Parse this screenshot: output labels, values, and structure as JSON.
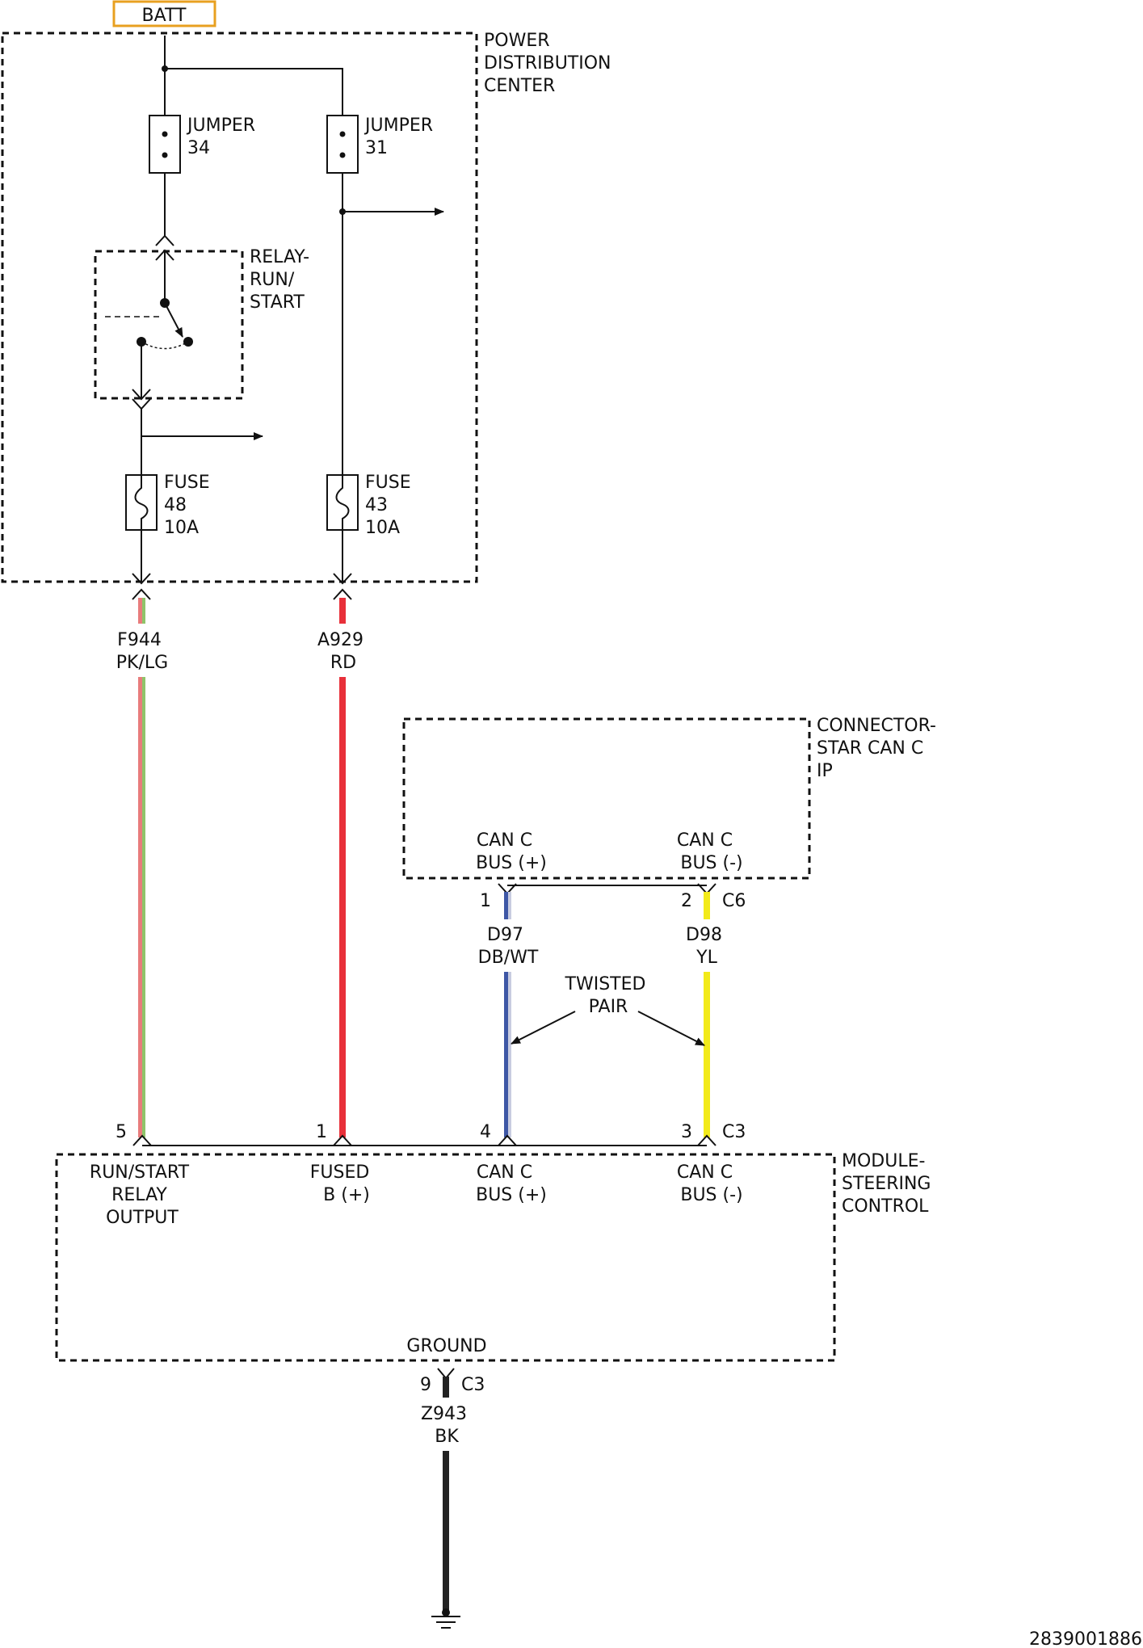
{
  "batt": {
    "label": "BATT",
    "color": "#e8a020"
  },
  "pdc": {
    "title": [
      "POWER",
      "DISTRIBUTION",
      "CENTER"
    ],
    "jumpers": [
      {
        "label": [
          "JUMPER",
          "34"
        ]
      },
      {
        "label": [
          "JUMPER",
          "31"
        ]
      }
    ],
    "relay": {
      "label": [
        "RELAY-",
        "RUN/",
        "START"
      ]
    },
    "fuses": [
      {
        "label": [
          "FUSE",
          "48",
          "10A"
        ]
      },
      {
        "label": [
          "FUSE",
          "43",
          "10A"
        ]
      }
    ]
  },
  "wires": [
    {
      "circuit": "F944",
      "color_code": "PK/LG",
      "colors": [
        "#e87c7c",
        "#8fc46a"
      ]
    },
    {
      "circuit": "A929",
      "color_code": "RD",
      "colors": [
        "#e8303a"
      ]
    },
    {
      "circuit": "D97",
      "color_code": "DB/WT",
      "colors": [
        "#3e57a6",
        "#c8cce0"
      ]
    },
    {
      "circuit": "D98",
      "color_code": "YL",
      "colors": [
        "#f2ea1a"
      ]
    },
    {
      "circuit": "Z943",
      "color_code": "BK",
      "colors": [
        "#222222"
      ]
    }
  ],
  "connector_star": {
    "title": [
      "CONNECTOR-",
      "STAR CAN C",
      "IP"
    ],
    "pins": [
      {
        "name": [
          "CAN C",
          "BUS (+)"
        ],
        "pin": "1"
      },
      {
        "name": [
          "CAN C",
          "BUS (-)"
        ],
        "pin": "2"
      }
    ],
    "connector": "C6"
  },
  "twisted_pair": [
    "TWISTED",
    "PAIR"
  ],
  "module": {
    "title": [
      "MODULE-",
      "STEERING",
      "CONTROL"
    ],
    "pins": [
      {
        "pin": "5",
        "name": [
          "RUN/START",
          "RELAY",
          "OUTPUT"
        ]
      },
      {
        "pin": "1",
        "name": [
          "FUSED",
          "B (+)"
        ]
      },
      {
        "pin": "4",
        "name": [
          "CAN C",
          "BUS (+)"
        ]
      },
      {
        "pin": "3",
        "name": [
          "CAN C",
          "BUS (-)"
        ]
      }
    ],
    "connector": "C3",
    "ground": {
      "name": "GROUND",
      "pin": "9",
      "connector": "C3"
    }
  },
  "doc_id": "2839001886"
}
